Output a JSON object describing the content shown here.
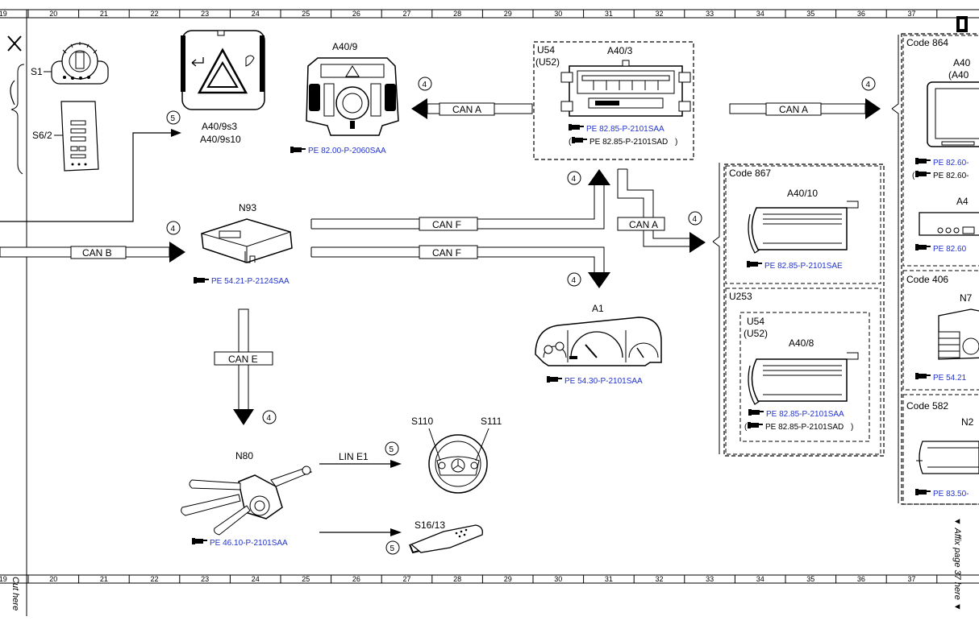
{
  "ruler_numbers": [
    "19",
    "20",
    "21",
    "22",
    "23",
    "24",
    "25",
    "26",
    "27",
    "28",
    "29",
    "30",
    "31",
    "32",
    "33",
    "34",
    "35",
    "36",
    "37"
  ],
  "components": {
    "s1": "S1",
    "s6_2": "S6/2",
    "a40_9s3": "A40/9s3",
    "a40_9s10": "A40/9s10",
    "a40_9": "A40/9",
    "u54": "U54",
    "u52": "(U52)",
    "a40_3": "A40/3",
    "n93": "N93",
    "a1": "A1",
    "n80": "N80",
    "s110": "S110",
    "s111": "S111",
    "s16_13": "S16/13",
    "a40_10": "A40/10",
    "u253": "U253",
    "u54_b": "U54",
    "u52_b": "(U52)",
    "a40_8": "A40/8",
    "a40_right": "A40",
    "a40_right_paren": "(A40",
    "a4_right": "A4",
    "n7_right": "N7",
    "n2_right": "N2"
  },
  "codes": {
    "code864": "Code 864",
    "code867": "Code 867",
    "code406": "Code 406",
    "code582": "Code 582"
  },
  "buses": {
    "can_a_left": "CAN A",
    "can_a_right": "CAN A",
    "can_a_mid": "CAN A",
    "can_f_top": "CAN F",
    "can_f_bottom": "CAN F",
    "can_b": "CAN B",
    "can_e": "CAN E",
    "lin_e1": "LIN E1"
  },
  "refs": {
    "a40_9": "PE 82.00-P-2060SAA",
    "a40_3_main": "PE 82.85-P-2101SAA",
    "a40_3_alt": "PE 82.85-P-2101SAD",
    "n93": "PE 54.21-P-2124SAA",
    "a1": "PE 54.30-P-2101SAA",
    "n80": "PE 46.10-P-2101SAA",
    "a40_10": "PE 82.85-P-2101SAE",
    "a40_8_main": "PE 82.85-P-2101SAA",
    "a40_8_alt": "PE 82.85-P-2101SAD",
    "right_1": "PE 82.60-",
    "right_2": "PE 82.60-",
    "right_3": "PE 82.60",
    "right_4": "PE 54.21",
    "right_5": "PE 83.50-"
  },
  "numbers": {
    "n5": "5",
    "n4": "4"
  },
  "paren_open": "(",
  "paren_close": ")",
  "side_notes": {
    "cut_here": "Cut here",
    "affix": "▼ Affix page 37 here ▼"
  },
  "icons": {
    "scissors": "scissors-icon",
    "reference": "reference-hand-icon"
  }
}
